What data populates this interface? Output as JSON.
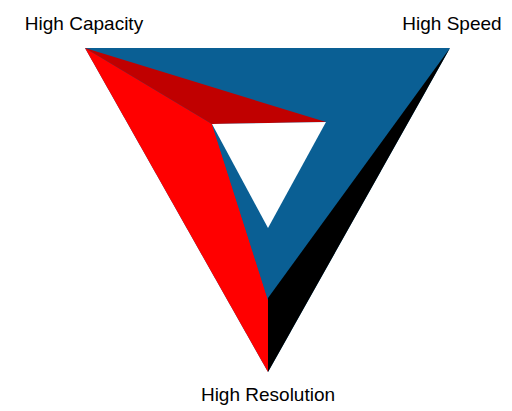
{
  "diagram": {
    "labels": [
      "High Capacity",
      "High Speed",
      "High Resolution"
    ]
  }
}
